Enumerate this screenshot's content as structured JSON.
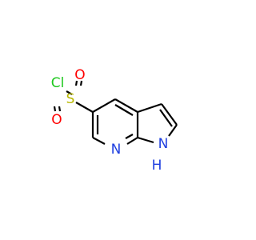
{
  "molecule": {
    "atoms": {
      "cl": {
        "label": "Cl",
        "color": "#1ec81e"
      },
      "s": {
        "label": "S",
        "color": "#b8b800"
      },
      "o_top": {
        "label": "O",
        "color": "#ff0000"
      },
      "o_bottom": {
        "label": "O",
        "color": "#ff0000"
      },
      "n_pyridine": {
        "label": "N",
        "color": "#1f3fe0"
      },
      "n_pyrrole": {
        "label": "N",
        "color": "#1f3fe0"
      },
      "h_pyrrole": {
        "label": "H",
        "color": "#1f3fe0"
      }
    },
    "bond_color": "#000000",
    "background": "#ffffff"
  }
}
